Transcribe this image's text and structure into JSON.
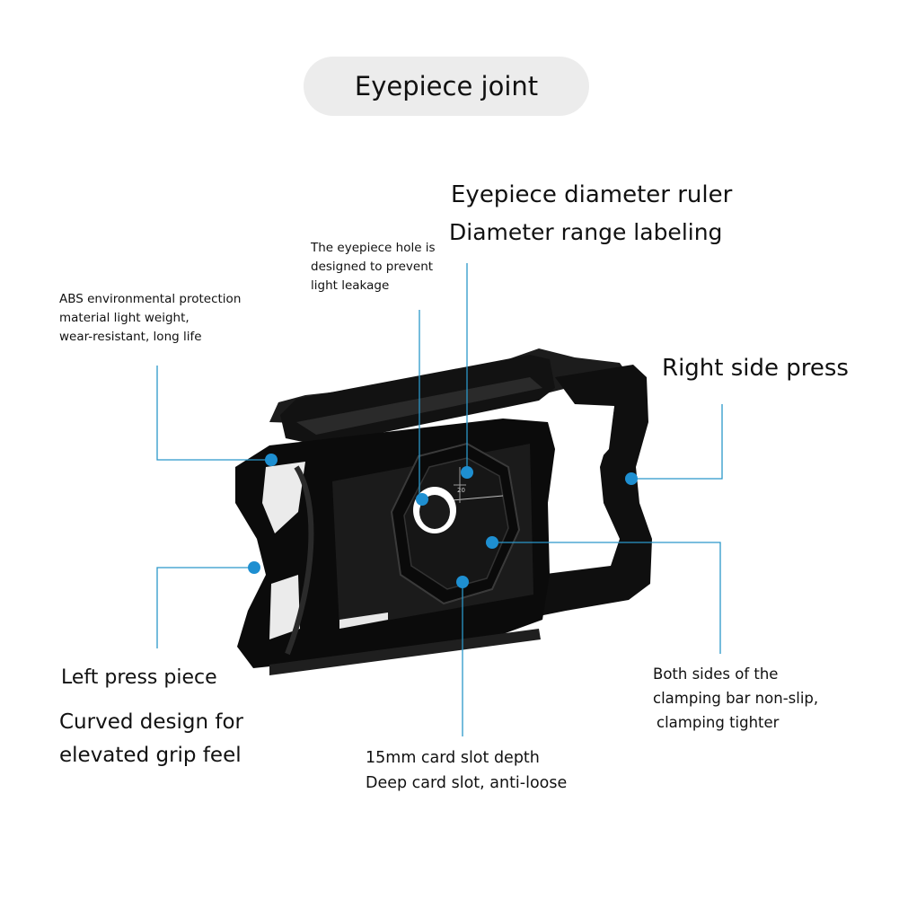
{
  "title": "Eyepiece joint",
  "callouts": {
    "ruler_title": "Eyepiece diameter ruler",
    "ruler_sub": "Diameter range labeling",
    "hole": [
      "The eyepiece hole is",
      "designed to prevent",
      "light leakage"
    ],
    "abs": [
      "ABS environmental protection",
      "material light weight,",
      "wear-resistant, long life"
    ],
    "right_press": "Right side press",
    "left_press": "Left press piece",
    "curved": [
      "Curved design for",
      "elevated grip feel"
    ],
    "slot": [
      "15mm card slot depth",
      "Deep card slot, anti-loose"
    ],
    "clamp": [
      "Both sides of the",
      "clamping bar non-slip,",
      "clamping tighter"
    ]
  },
  "ruler_marks": [
    "20"
  ],
  "colors": {
    "accent": "#1e8fd1",
    "product": "#0d0d0d",
    "pill": "#ececec"
  }
}
